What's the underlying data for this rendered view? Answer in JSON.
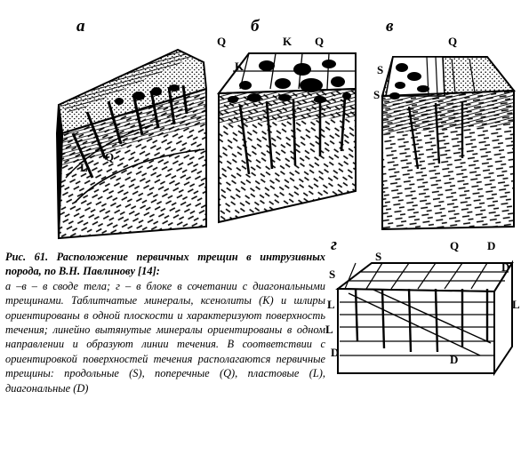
{
  "figure": {
    "panels": [
      {
        "id": "a",
        "letter": "а",
        "labels": [
          "Q",
          "L",
          "Q",
          "L"
        ]
      },
      {
        "id": "b",
        "letter": "б",
        "labels": [
          "K",
          "Q",
          "K"
        ]
      },
      {
        "id": "c",
        "letter": "в",
        "labels": [
          "Q",
          "S",
          "S"
        ]
      },
      {
        "id": "d",
        "letter": "г",
        "labels": [
          "S",
          "Q",
          "D",
          "S",
          "D",
          "L",
          "L",
          "L",
          "D",
          "D"
        ]
      }
    ]
  },
  "caption": {
    "title": "Рис. 61. Расположение первичных трещин в интрузивных порода, по В.Н. Павлинову [14]:",
    "body": "а –в – в своде тела; г – в блоке в сочетании с диагональными трещинами. Таблитчатые минералы, ксенолиты (К) и шлиры ориентированы в одной плоскости и характеризуют поверхность течения; линейно вытянутые минералы ориентированы в одном направлении и образуют линии течения. В соответствии с ориентировкой поверхностей течения располагаются первичные трещины: продольные (S), поперечные (Q), пластовые (L), диагональные (D)"
  }
}
